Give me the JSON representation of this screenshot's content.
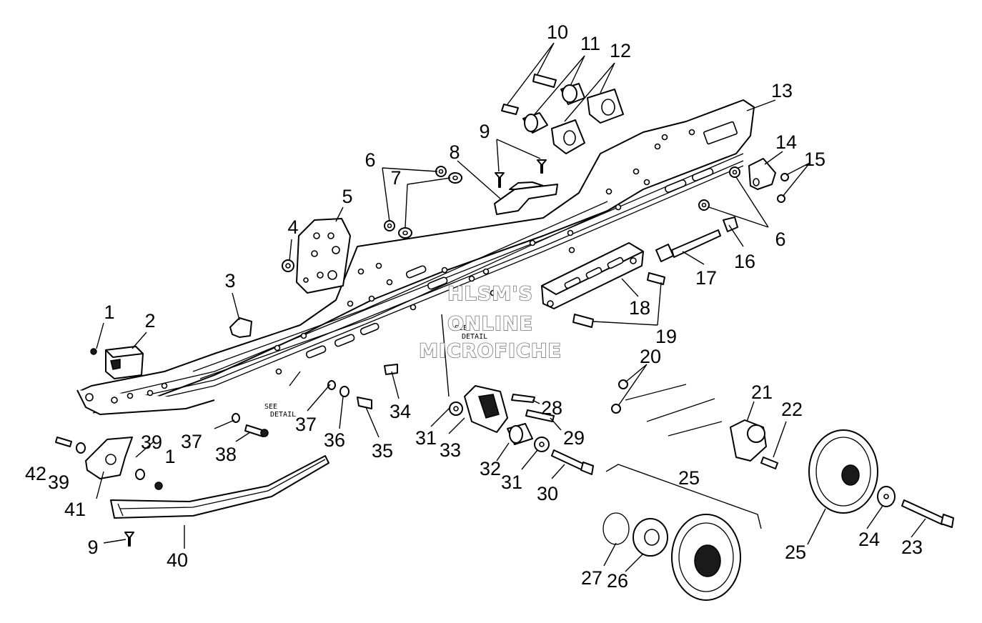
{
  "watermark": {
    "line1": "HLSM'S",
    "line2": "ONLINE",
    "line3": "MICROFICHE"
  },
  "notes": {
    "see": "SEE",
    "detail": "DETAIL"
  },
  "callouts": [
    {
      "label": "1"
    },
    {
      "label": "2"
    },
    {
      "label": "3"
    },
    {
      "label": "4"
    },
    {
      "label": "5"
    },
    {
      "label": "6"
    },
    {
      "label": "7"
    },
    {
      "label": "8"
    },
    {
      "label": "9"
    },
    {
      "label": "10"
    },
    {
      "label": "11"
    },
    {
      "label": "12"
    },
    {
      "label": "13"
    },
    {
      "label": "14"
    },
    {
      "label": "15"
    },
    {
      "label": "6"
    },
    {
      "label": "16"
    },
    {
      "label": "17"
    },
    {
      "label": "18"
    },
    {
      "label": "19"
    },
    {
      "label": "20"
    },
    {
      "label": "21"
    },
    {
      "label": "22"
    },
    {
      "label": "34"
    },
    {
      "label": "37"
    },
    {
      "label": "36"
    },
    {
      "label": "35"
    },
    {
      "label": "37"
    },
    {
      "label": "38"
    },
    {
      "label": "31"
    },
    {
      "label": "33"
    },
    {
      "label": "28"
    },
    {
      "label": "29"
    },
    {
      "label": "32"
    },
    {
      "label": "31"
    },
    {
      "label": "30"
    },
    {
      "label": "25"
    },
    {
      "label": "42"
    },
    {
      "label": "39"
    },
    {
      "label": "39"
    },
    {
      "label": "1"
    },
    {
      "label": "41"
    },
    {
      "label": "9"
    },
    {
      "label": "40"
    },
    {
      "label": "27"
    },
    {
      "label": "26"
    },
    {
      "label": "25"
    },
    {
      "label": "24"
    },
    {
      "label": "23"
    }
  ]
}
